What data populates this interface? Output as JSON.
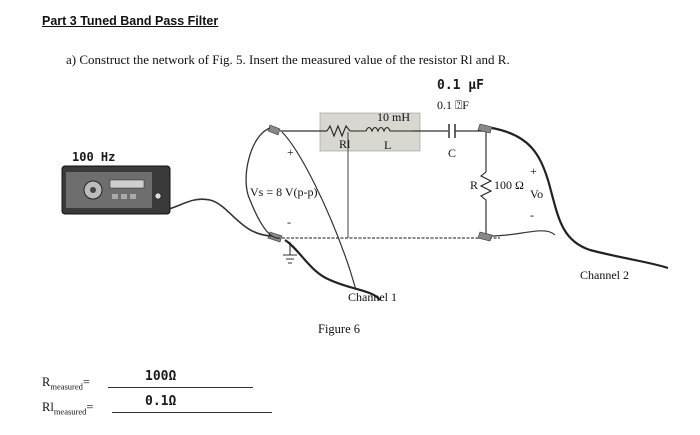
{
  "heading": "Part 3 Tuned Band Pass Filter",
  "instruction": "a)   Construct the network of Fig. 5. Insert the measured value of the resistor Rl and R.",
  "circuit": {
    "capacitor_handwritten": "0.1 μF",
    "capacitor_printed": "0.1 ⍰F",
    "capacitor_label": "C",
    "inductor_value": "10 mH",
    "inductor_label": "L",
    "resistor_l_label": "Rl",
    "resistor_label": "R",
    "resistor_value": "100 Ω",
    "output_label": "Vo",
    "output_plus": "+",
    "output_minus": "-",
    "source_label": "Vs = 8 V(p-p)",
    "source_plus": "+",
    "source_minus": "-",
    "generator_freq": "100 Hz",
    "channel1": "Channel 1",
    "channel2": "Channel 2",
    "figure_caption": "Figure 6"
  },
  "measurements": {
    "r_label": "R",
    "r_sub": "measured",
    "r_value": "100Ω",
    "rl_label": "Rl",
    "rl_sub": "measured",
    "rl_value": "0.1Ω",
    "equals": "="
  }
}
